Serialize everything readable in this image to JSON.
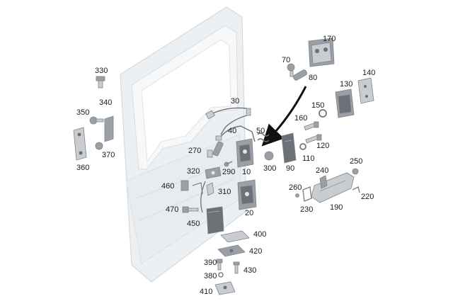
{
  "diagram": {
    "callouts": [
      {
        "id": "c10",
        "text": "10"
      },
      {
        "id": "c20",
        "text": "20"
      },
      {
        "id": "c30",
        "text": "30"
      },
      {
        "id": "c40",
        "text": "40"
      },
      {
        "id": "c50",
        "text": "50"
      },
      {
        "id": "c70",
        "text": "70"
      },
      {
        "id": "c80",
        "text": "80"
      },
      {
        "id": "c90",
        "text": "90"
      },
      {
        "id": "c110",
        "text": "110"
      },
      {
        "id": "c120",
        "text": "120"
      },
      {
        "id": "c130",
        "text": "130"
      },
      {
        "id": "c140",
        "text": "140"
      },
      {
        "id": "c150",
        "text": "150"
      },
      {
        "id": "c160",
        "text": "160"
      },
      {
        "id": "c170",
        "text": "170"
      },
      {
        "id": "c190",
        "text": "190"
      },
      {
        "id": "c220",
        "text": "220"
      },
      {
        "id": "c230",
        "text": "230"
      },
      {
        "id": "c240",
        "text": "240"
      },
      {
        "id": "c250",
        "text": "250"
      },
      {
        "id": "c260",
        "text": "260"
      },
      {
        "id": "c270",
        "text": "270"
      },
      {
        "id": "c290",
        "text": "290"
      },
      {
        "id": "c300",
        "text": "300"
      },
      {
        "id": "c310",
        "text": "310"
      },
      {
        "id": "c320",
        "text": "320"
      },
      {
        "id": "c330",
        "text": "330"
      },
      {
        "id": "c340",
        "text": "340"
      },
      {
        "id": "c350",
        "text": "350"
      },
      {
        "id": "c360",
        "text": "360"
      },
      {
        "id": "c370",
        "text": "370"
      },
      {
        "id": "c380",
        "text": "380"
      },
      {
        "id": "c390",
        "text": "390"
      },
      {
        "id": "c400",
        "text": "400"
      },
      {
        "id": "c410",
        "text": "410"
      },
      {
        "id": "c420",
        "text": "420"
      },
      {
        "id": "c430",
        "text": "430"
      },
      {
        "id": "c450",
        "text": "450"
      },
      {
        "id": "c460",
        "text": "460"
      },
      {
        "id": "c470",
        "text": "470"
      }
    ]
  }
}
